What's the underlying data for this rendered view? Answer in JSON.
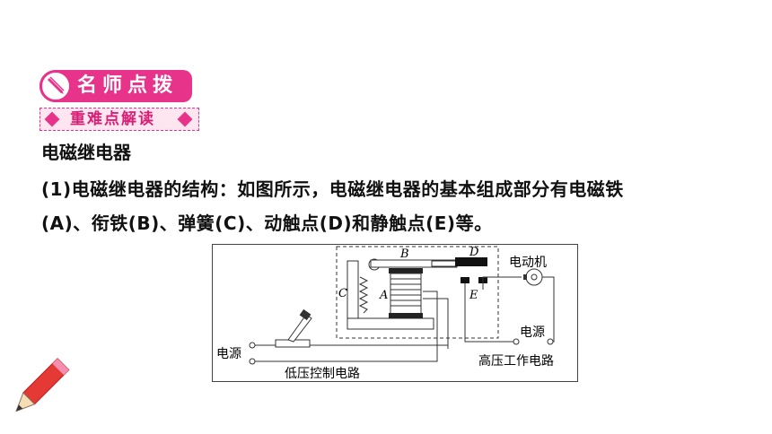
{
  "banner": {
    "title": "名师点拨",
    "icon": "pen-nib-icon",
    "accent": "#e8338b"
  },
  "sub_banner": {
    "title": "重难点解读",
    "background": "#fde6ef"
  },
  "heading": "电磁继电器",
  "paragraph": {
    "line1": "(1)电磁继电器的结构：如图所示，电磁继电器的基本组成部分有电磁铁",
    "line2": "(A)、衔铁(B)、弹簧(C)、动触点(D)和静触点(E)等。"
  },
  "figure": {
    "labels": {
      "A": "A",
      "B": "B",
      "C": "C",
      "D": "D",
      "E": "E",
      "motor": "电动机",
      "power_left": "电源",
      "power_right": "电源",
      "low_circuit": "低压控制电路",
      "high_circuit": "高压工作电路"
    }
  },
  "decor": {
    "pencil_icon": "pencil-icon"
  }
}
